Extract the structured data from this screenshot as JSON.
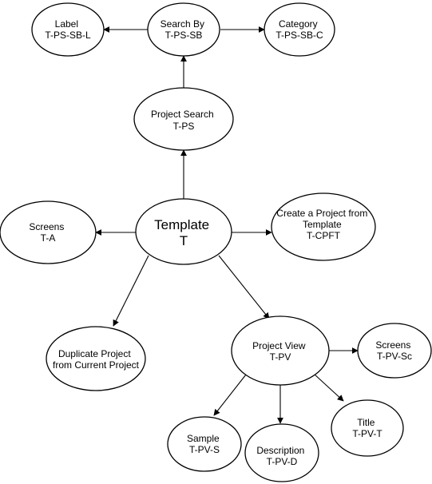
{
  "nodes": {
    "template": {
      "lines": [
        "Template",
        "T"
      ]
    },
    "project_search": {
      "lines": [
        "Project Search",
        "T-PS"
      ]
    },
    "search_by": {
      "lines": [
        "Search By",
        "T-PS-SB"
      ]
    },
    "label": {
      "lines": [
        "Label",
        "T-PS-SB-L"
      ]
    },
    "category": {
      "lines": [
        "Category",
        "T-PS-SB-C"
      ]
    },
    "screens_ta": {
      "lines": [
        "Screens",
        "T-A"
      ]
    },
    "create_from_template": {
      "lines": [
        "Create a Project from",
        "Template",
        "T-CPFT"
      ]
    },
    "duplicate_project": {
      "lines": [
        "Duplicate Project",
        "from Current Project"
      ]
    },
    "project_view": {
      "lines": [
        "Project View",
        "T-PV"
      ]
    },
    "screens_tpvsc": {
      "lines": [
        "Screens",
        "T-PV-Sc"
      ]
    },
    "sample": {
      "lines": [
        "Sample",
        "T-PV-S"
      ]
    },
    "description": {
      "lines": [
        "Description",
        "T-PV-D"
      ]
    },
    "title": {
      "lines": [
        "Title",
        "T-PV-T"
      ]
    }
  },
  "edges": [
    {
      "from": "template",
      "to": "project_search"
    },
    {
      "from": "project_search",
      "to": "search_by"
    },
    {
      "from": "search_by",
      "to": "label"
    },
    {
      "from": "search_by",
      "to": "category"
    },
    {
      "from": "template",
      "to": "screens_ta"
    },
    {
      "from": "template",
      "to": "create_from_template"
    },
    {
      "from": "template",
      "to": "duplicate_project"
    },
    {
      "from": "template",
      "to": "project_view"
    },
    {
      "from": "project_view",
      "to": "screens_tpvsc"
    },
    {
      "from": "project_view",
      "to": "sample"
    },
    {
      "from": "project_view",
      "to": "description"
    },
    {
      "from": "project_view",
      "to": "title"
    }
  ]
}
